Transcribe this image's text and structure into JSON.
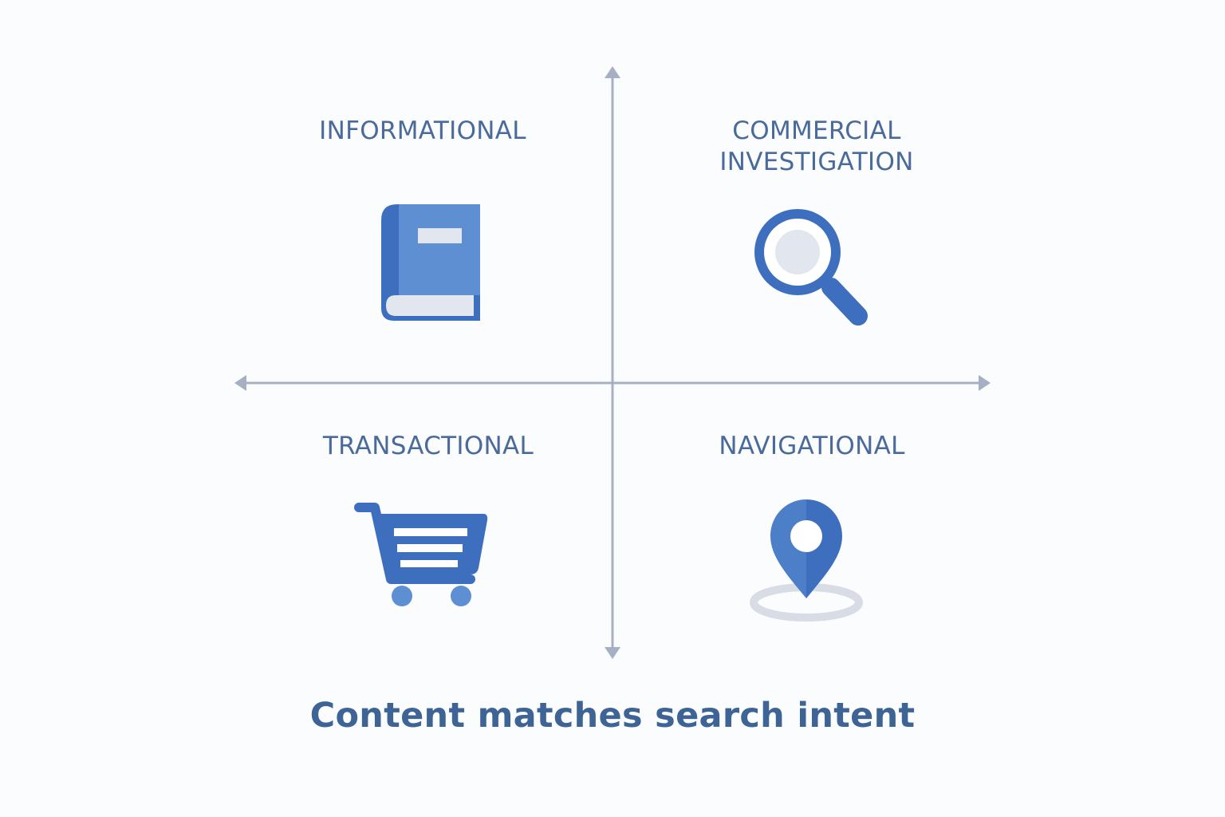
{
  "quadrants": {
    "top_left": {
      "label": "INFORMATIONAL",
      "icon": "book-icon"
    },
    "top_right": {
      "label": "COMMERCIAL\nINVESTIGATION",
      "icon": "magnifier-icon"
    },
    "bottom_left": {
      "label": "TRANSACTIONAL",
      "icon": "shopping-cart-icon"
    },
    "bottom_right": {
      "label": "NAVIGATIONAL",
      "icon": "location-pin-icon"
    }
  },
  "caption": "Content matches search intent",
  "colors": {
    "axis": "#a7afc4",
    "label": "#4a6a9c",
    "icon_primary": "#3d6fbe",
    "icon_light": "#5f8fd3",
    "icon_pale": "#e2e7ef",
    "caption": "#3e6496"
  }
}
